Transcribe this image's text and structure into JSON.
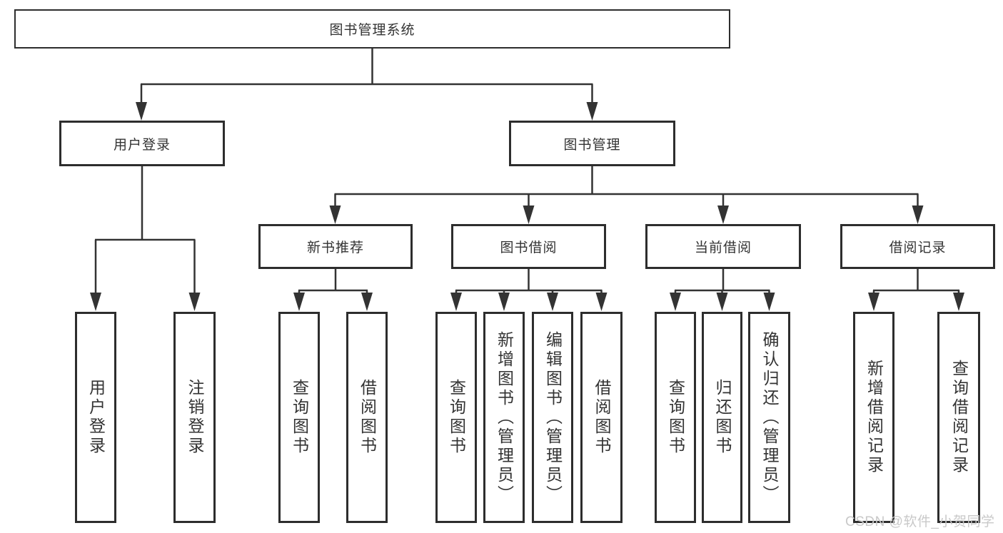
{
  "tree": {
    "label": "图书管理系统",
    "children": [
      {
        "label": "用户登录",
        "children": [
          {
            "label": "用户登录"
          },
          {
            "label": "注销登录"
          }
        ]
      },
      {
        "label": "图书管理",
        "children": [
          {
            "label": "新书推荐",
            "children": [
              {
                "label": "查询图书"
              },
              {
                "label": "借阅图书"
              }
            ]
          },
          {
            "label": "图书借阅",
            "children": [
              {
                "label": "查询图书"
              },
              {
                "label": "新增图书（管理员）"
              },
              {
                "label": "编辑图书（管理员）"
              },
              {
                "label": "借阅图书"
              }
            ]
          },
          {
            "label": "当前借阅",
            "children": [
              {
                "label": "查询图书"
              },
              {
                "label": "归还图书"
              },
              {
                "label": "确认归还（管理员）"
              }
            ]
          },
          {
            "label": "借阅记录",
            "children": [
              {
                "label": "新增借阅记录"
              },
              {
                "label": "查询借阅记录"
              }
            ]
          }
        ]
      }
    ]
  },
  "watermark": {
    "text": "CSDN @软件_小贺同学"
  },
  "colors": {
    "line": "#333333",
    "box_border": "#2d2d2d",
    "text": "#333333",
    "watermark": "#c9c9c9",
    "background": "#ffffff"
  }
}
